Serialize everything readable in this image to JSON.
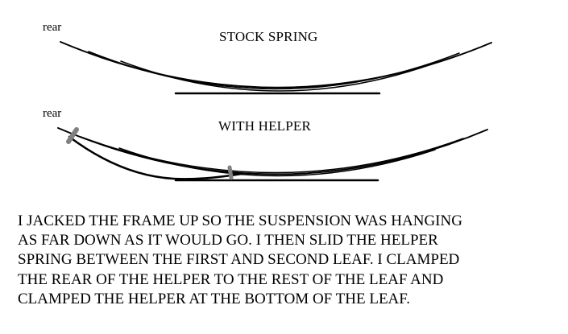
{
  "diagram": {
    "top_panel": {
      "rear_label": "rear",
      "title": "STOCK SPRING"
    },
    "bottom_panel": {
      "rear_label": "rear",
      "title": "WITH HELPER"
    },
    "colors": {
      "spring_line": "#000000",
      "clamp": "#808080"
    }
  },
  "description_lines": [
    "I JACKED THE FRAME UP SO THE SUSPENSION WAS HANGING",
    "AS FAR DOWN AS IT WOULD GO.  I THEN SLID THE HELPER",
    "SPRING BETWEEN THE FIRST AND SECOND LEAF.  I CLAMPED",
    "THE REAR OF THE HELPER TO THE REST OF THE LEAF AND",
    "CLAMPED THE HELPER AT THE BOTTOM OF THE LEAF."
  ]
}
